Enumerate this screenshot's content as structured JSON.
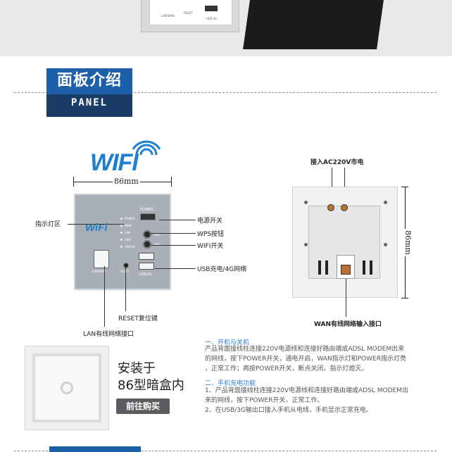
{
  "top": {
    "lan_label": "LAN/WAN",
    "reset_label": "RESET",
    "usb_label": "USB 4G"
  },
  "header": {
    "title_cn": "面板介绍",
    "title_en": "PANEL"
  },
  "front_panel": {
    "logo": "WIFI",
    "width_dim": "86mm",
    "power_label": "POWER",
    "led_labels": [
      "POWER",
      "WAN",
      "LAN",
      "USB",
      "USB/4G"
    ],
    "wps_tiny": "WPS",
    "wifi_tiny": "WIFI",
    "usb_port_label": "USB/4G",
    "lanwan_label": "LAN/WAN",
    "reset_tiny": "RESET",
    "panel_logo": "WiFi"
  },
  "callouts": {
    "indicator": "指示灯区",
    "power_switch": "电源开关",
    "wps": "WPS按钮",
    "wifi_switch": "WIFI开关",
    "usb": "USB充电/4G网络",
    "reset": "RESET复位键",
    "lan": "LAN有线网络接口",
    "ac_input": "接入AC220V市电",
    "wan": "WAN有线网络输入接口",
    "height_dim": "86mm"
  },
  "install": {
    "line1": "安装于",
    "line2": "86型暗盒内",
    "buy_button": "前往购买"
  },
  "instructions": {
    "power_title": "一、开机与关机",
    "power_lines": [
      "产品背面接线柱连接220V电源线和连接好路由端或ADSL MODEM出来",
      "的网线，按下POWER开关，通电开启，WAN指示灯和POWER指示灯亮",
      "，正常工作；再按POWER开关，断点关闭，指示灯熄灭。"
    ],
    "charge_title": "二、手机充电功能",
    "charge_lines": [
      "1、产品背面接线柱连接220V电源线和连接好路由端或ADSL MODEM出",
      "来的网线，按下POWER开关，正常工作。",
      "2、在USB/3G输出口接入手机从电线，手机显示正常充电。"
    ]
  },
  "colors": {
    "header_blue": "#1d5fa8",
    "header_dark": "#1a3c67",
    "wifi_blue": "#1e7fd0",
    "text_blue": "#2b7ad4"
  }
}
